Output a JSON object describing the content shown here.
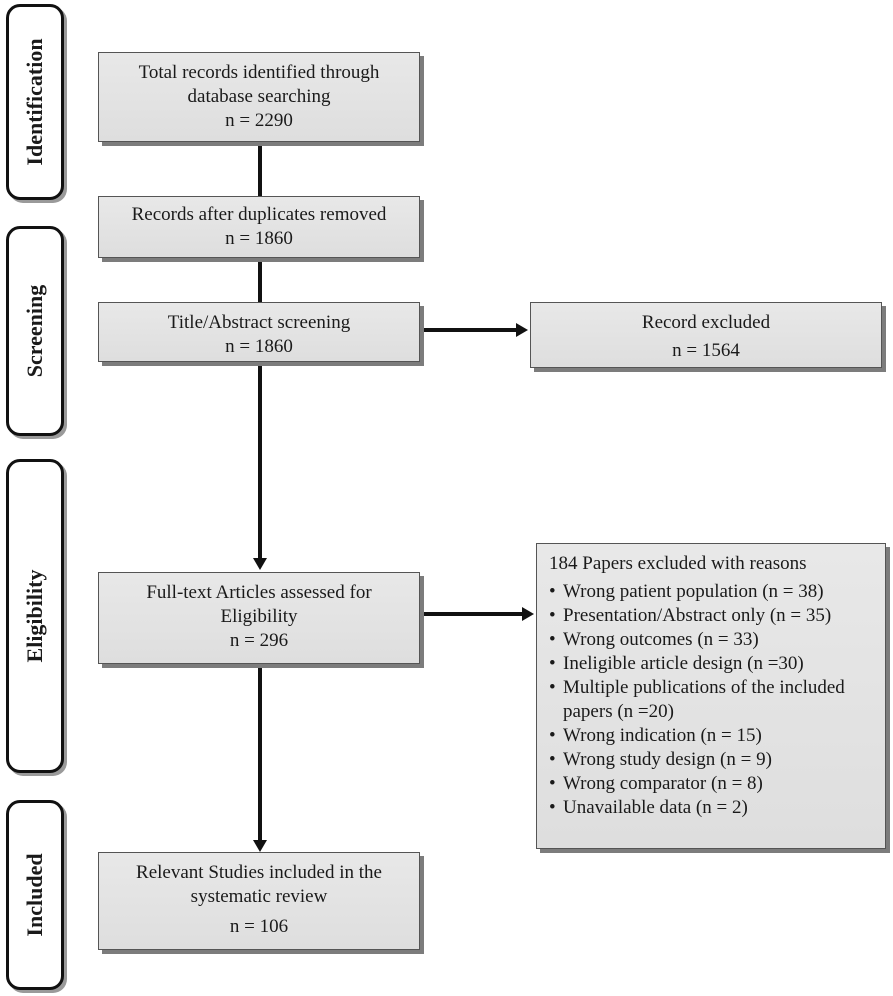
{
  "phases": {
    "identification": "Identification",
    "screening": "Screening",
    "eligibility": "Eligibility",
    "included": "Included"
  },
  "boxes": {
    "identified": {
      "line1": "Total records identified through",
      "line2": "database searching",
      "count": "n = 2290"
    },
    "deduplicated": {
      "line1": "Records after duplicates removed",
      "count": "n = 1860"
    },
    "screened": {
      "line1": "Title/Abstract screening",
      "count": "n = 1860"
    },
    "excluded": {
      "line1": "Record excluded",
      "count": "n = 1564"
    },
    "fulltext": {
      "line1": "Full-text Articles assessed for",
      "line2": "Eligibility",
      "count": "n = 296"
    },
    "included": {
      "line1": "Relevant Studies included in the",
      "line2": "systematic review",
      "count": "n = 106"
    }
  },
  "exclusion_reasons": {
    "title": "184 Papers excluded with reasons",
    "items": [
      "Wrong patient population (n = 38)",
      "Presentation/Abstract only (n = 35)",
      "Wrong outcomes (n = 33)",
      "Ineligible article design (n =30)",
      "Multiple publications of the included papers (n =20)",
      "Wrong indication (n = 15)",
      "Wrong study design (n = 9)",
      "Wrong comparator (n = 8)",
      "Unavailable data (n = 2)"
    ]
  }
}
